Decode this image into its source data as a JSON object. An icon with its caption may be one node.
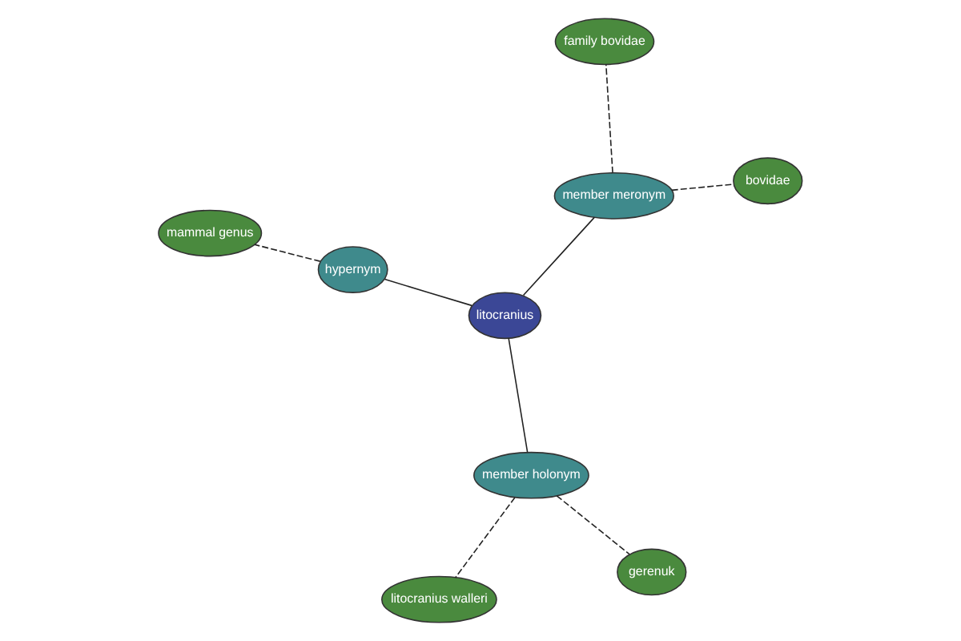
{
  "diagram": {
    "nodes": [
      {
        "text": [
          "litocranius"
        ]
      },
      {
        "text": [
          "member meronym"
        ]
      },
      {
        "text": [
          "member holonym"
        ]
      },
      {
        "text": [
          "hypernym"
        ]
      },
      {
        "text": [
          "bovidae"
        ]
      },
      {
        "text": [
          "family bovidae"
        ]
      },
      {
        "text": [
          "litocranius walleri"
        ]
      },
      {
        "text": [
          "gerenuk"
        ]
      },
      {
        "text": [
          "mammal genus"
        ]
      }
    ],
    "edges": [
      {
        "from": 0,
        "to": 1,
        "arrow": "none"
      },
      {
        "from": 0,
        "to": 2,
        "arrow": "none"
      },
      {
        "from": 0,
        "to": 3,
        "arrow": "none"
      },
      {
        "from": 1,
        "to": 4,
        "arrow": "none",
        "style": "dashed"
      },
      {
        "from": 1,
        "to": 5,
        "arrow": "none",
        "style": "dashed"
      },
      {
        "from": 2,
        "to": 6,
        "arrow": "none",
        "style": "dashed"
      },
      {
        "from": 2,
        "to": 7,
        "arrow": "none",
        "style": "dashed"
      },
      {
        "from": 3,
        "to": 8,
        "arrow": "none",
        "style": "dashed"
      }
    ]
  }
}
